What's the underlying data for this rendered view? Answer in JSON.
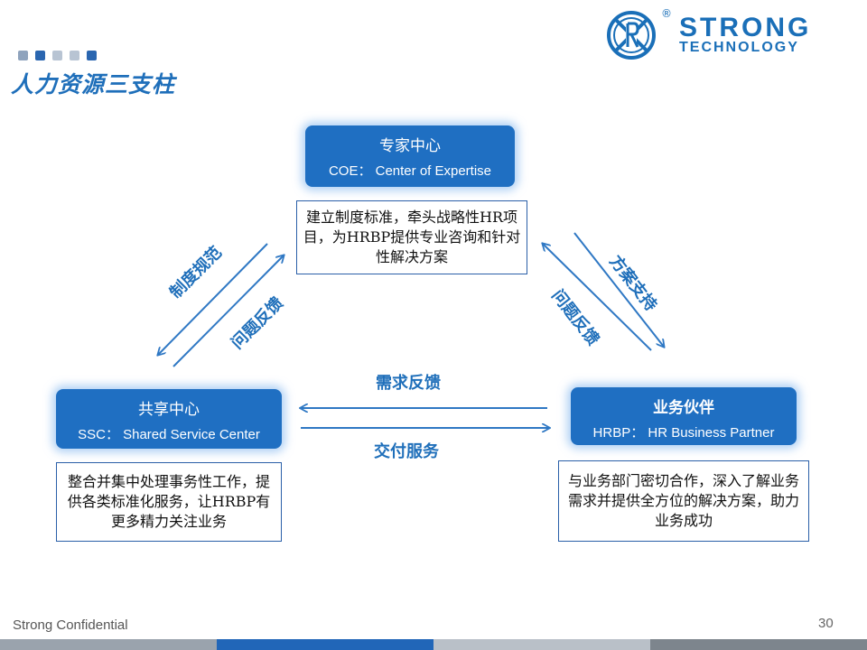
{
  "title": "人力资源三支柱",
  "logo": {
    "line1": "STRONG",
    "line2": "TECHNOLOGY",
    "mark": "®",
    "icon": "strong-logo-icon"
  },
  "header_dots": [
    "#8fa3bd",
    "#2a66b0",
    "#b8c4d3",
    "#b8c4d3",
    "#2a66b0"
  ],
  "nodes": {
    "coe": {
      "title": "专家中心",
      "subtitle": "COE：  Center of Expertise",
      "desc": "建立制度标准，牵头战略性HR项目，为HRBP提供专业咨询和针对性解决方案"
    },
    "ssc": {
      "title": "共享中心",
      "subtitle": "SSC：  Shared Service Center",
      "desc": "整合并集中处理事务性工作，提供各类标准化服务，让HRBP有更多精力关注业务"
    },
    "hrbp": {
      "title": "业务伙伴",
      "subtitle": "HRBP：  HR Business Partner",
      "desc": "与业务部门密切合作，深入了解业务需求并提供全方位的解决方案，助力业务成功"
    }
  },
  "links": {
    "coe_to_ssc": "制度规范",
    "ssc_to_coe": "问题反馈",
    "coe_to_hrbp": "方案支持",
    "hrbp_to_coe": "问题反馈",
    "hrbp_to_ssc": "需求反馈",
    "ssc_to_hrbp": "交付服务"
  },
  "footer": {
    "confidential": "Strong Confidential",
    "page": "30"
  },
  "colors": {
    "accent": "#1f6fba",
    "node": "#1f6fc2",
    "arrow": "#2f78c4"
  },
  "bottom_bar": [
    "#9aa3ad",
    "#2166b8",
    "#b9c0c8",
    "#7d858d"
  ]
}
